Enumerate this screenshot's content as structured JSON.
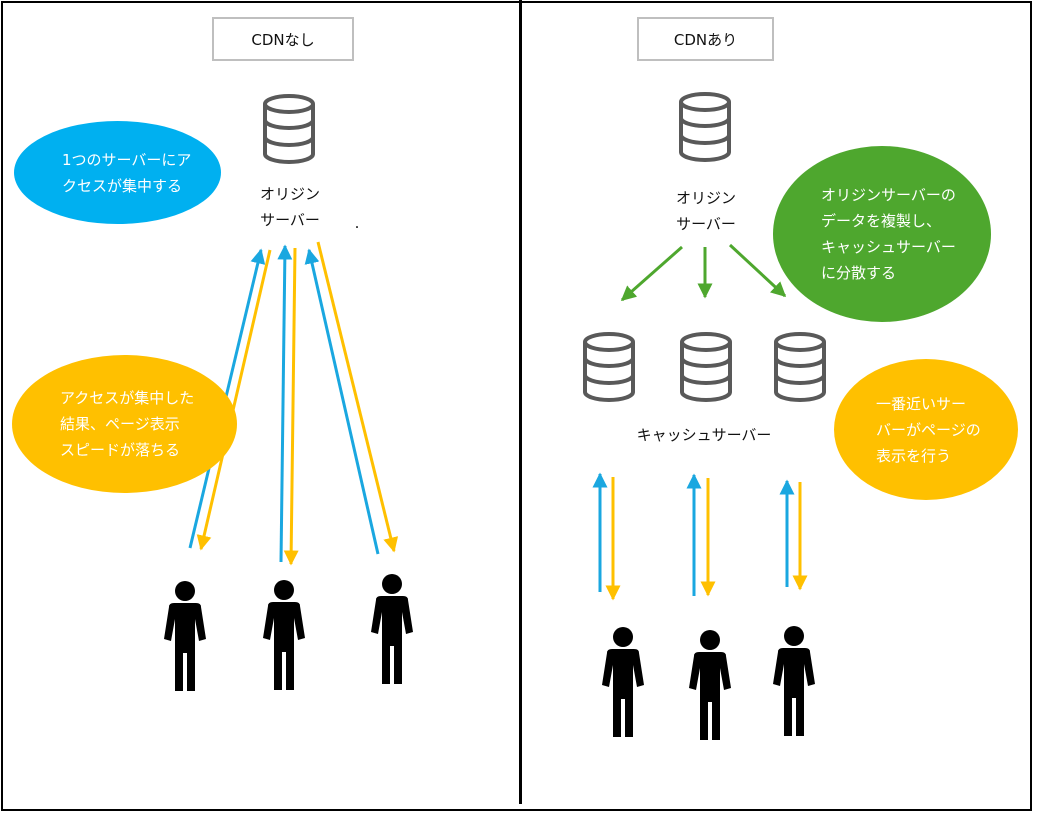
{
  "left": {
    "title": "CDNなし",
    "origin_label_line1": "オリジン",
    "origin_label_line2": "サーバー",
    "dot": ".",
    "bubble_blue": "1つのサーバーにア\nクセスが集中する",
    "bubble_yellow": "アクセスが集中した\n結果、ページ表示\nスピードが落ちる"
  },
  "right": {
    "title": "CDNあり",
    "origin_label_line1": "オリジン",
    "origin_label_line2": "サーバー",
    "cache_label": "キャッシュサーバー",
    "bubble_green": "オリジンサーバーの\nデータを複製し、\nキャッシュサーバー\nに分散する",
    "bubble_yellow": "一番近いサー\nバーがページの\n表示を行う"
  },
  "colors": {
    "blue": "#1aa7e0",
    "yellow": "#ffc000",
    "green": "#4ea72e",
    "bubble_blue": "#00b0f0",
    "bubble_yellow": "#ffc000",
    "bubble_green": "#4ea72e",
    "icon": "#595959",
    "person": "#000000"
  }
}
